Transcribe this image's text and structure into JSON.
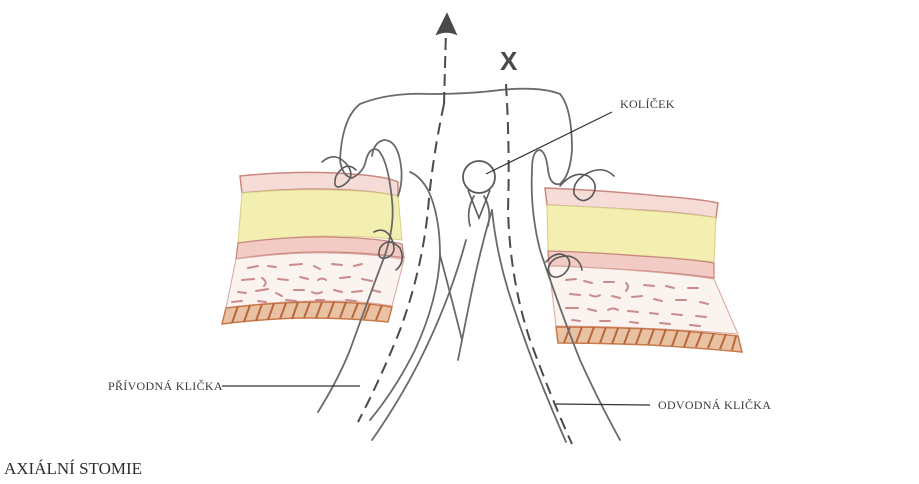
{
  "labels": {
    "kolicek": "KOLÍČEK",
    "privodna": "PŘÍVODNÁ KLIČKA",
    "odvodna": "ODVODNÁ KLIČKA"
  },
  "caption": "AXIÁLNÍ STOMIE",
  "marks": {
    "cross": "X"
  },
  "colors": {
    "skin_line": "#c9877f",
    "fat": "#f3efb0",
    "fascia_pink": "#e7b2aa",
    "muscle_stripe": "#c9784a",
    "ink": "#5a5a5a"
  }
}
